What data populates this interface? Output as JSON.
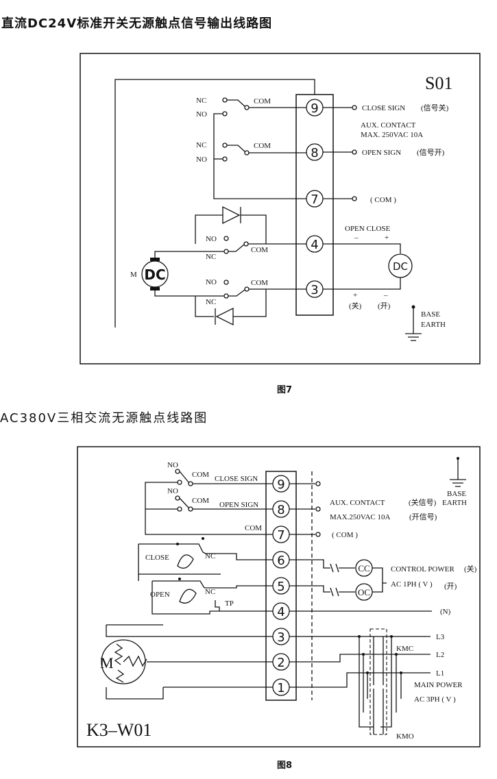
{
  "figure7": {
    "title": "直流DC24V标准开关无源触点信号输出线路图",
    "model": "S01",
    "caption": "图7",
    "terminals": [
      "9",
      "8",
      "7",
      "4",
      "3"
    ],
    "labels": {
      "nc": "NC",
      "no": "NO",
      "com": "COM",
      "close_sign": "CLOSE SIGN",
      "close_sign_cn": "(信号关)",
      "open_sign": "OPEN SIGN",
      "open_sign_cn": "(信号开)",
      "aux_contact": "AUX.  CONTACT",
      "aux_rating": "MAX. 250VAC 10A",
      "com_out": "( COM )",
      "open_close": "OPEN  CLOSE",
      "minus": "–",
      "plus": "+",
      "dc": "DC",
      "motor_m": "M",
      "close_cn": "(关)",
      "open_cn": "(开)",
      "base": "BASE",
      "earth": "EARTH"
    }
  },
  "figure8": {
    "title": "AC380V三相交流无源触点线路图",
    "model": "K3–W01",
    "caption": "图8",
    "terminals": [
      "9",
      "8",
      "7",
      "6",
      "5",
      "4",
      "3",
      "2",
      "1"
    ],
    "labels": {
      "no": "NO",
      "com": "COM",
      "nc": "NC",
      "close_sign": "CLOSE SIGN",
      "open_sign": "OPEN SIGN",
      "close": "CLOSE",
      "open": "OPEN",
      "tp": "TP",
      "aux_contact": "AUX. CONTACT",
      "aux_close_cn": "(关信号)",
      "aux_rating": "MAX.250VAC 10A",
      "aux_open_cn": "(开信号)",
      "base": "BASE",
      "earth": "EARTH",
      "com_out": "( COM )",
      "cc": "CC",
      "oc": "OC",
      "control_power": "CONTROL POWER",
      "control_cn": "(关)",
      "control_spec": "AC 1PH ( V )",
      "control_spec_cn": "(开)",
      "neutral": "(N)",
      "l3": "L3",
      "l2": "L2",
      "l1": "L1",
      "kmc": "KMC",
      "kmo": "KMO",
      "main_power": "MAIN POWER",
      "main_spec": "AC 3PH  ( V )",
      "motor_m": "M"
    }
  }
}
